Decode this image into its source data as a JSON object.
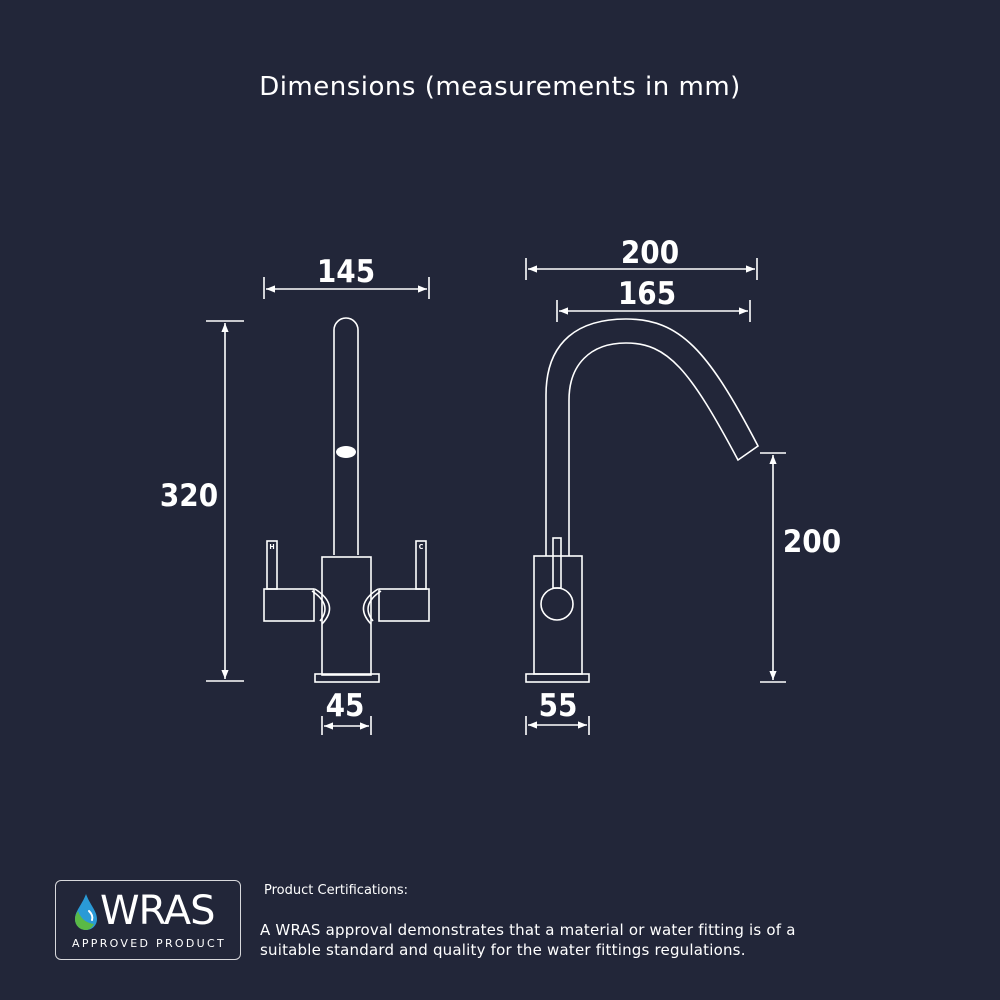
{
  "title": "Dimensions (measurements in mm)",
  "dimensions": {
    "front_width": "145",
    "front_height": "320",
    "front_base": "45",
    "side_reach": "200",
    "side_spout_reach": "165",
    "side_spout_height": "200",
    "side_base": "55"
  },
  "handle_markers": {
    "hot": "H",
    "cold": "C"
  },
  "wras": {
    "word": "WRAS",
    "subtitle": "APPROVED PRODUCT",
    "icon": "water-drop-icon",
    "colors": {
      "drop_blue": "#2a9ad6",
      "drop_green": "#5ab946"
    }
  },
  "certification": {
    "heading": "Product Certifications:",
    "text": "A WRAS approval demonstrates that a material or water fitting is of a suitable standard and quality for the water fittings regulations."
  },
  "colors": {
    "background": "#222639",
    "line": "#ffffff"
  }
}
